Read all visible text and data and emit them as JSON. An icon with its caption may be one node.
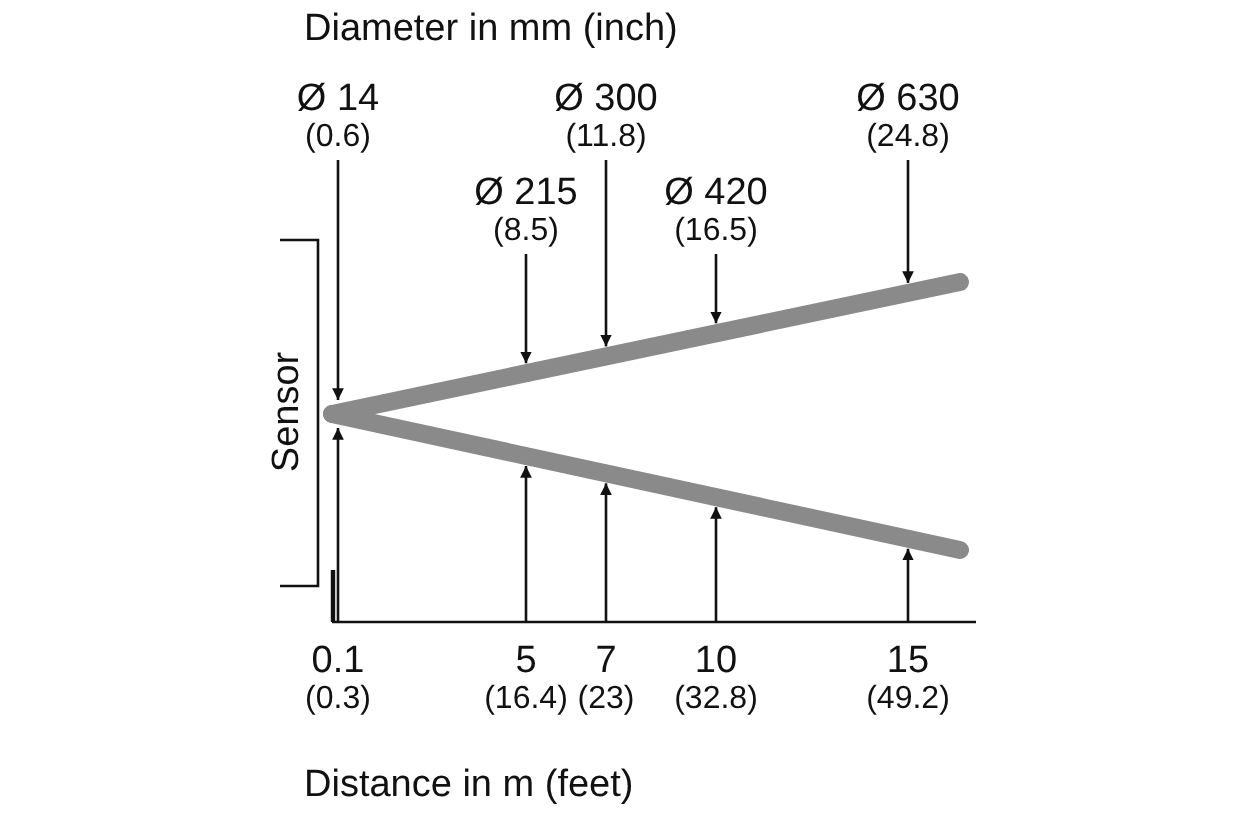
{
  "diagram": {
    "nodes": [
      {
        "text": [
          "Ø 14",
          "(0.6)"
        ]
      },
      {
        "text": [
          "Ø 215",
          "(8.5)"
        ]
      },
      {
        "text": [
          "Ø 300",
          "(11.8)"
        ]
      },
      {
        "text": [
          "Ø 420",
          "(16.5)"
        ]
      },
      {
        "text": [
          "Ø 630",
          "(24.8)"
        ]
      },
      {
        "text": [],
        "shape": "bar"
      },
      {
        "text": [],
        "shape": "bar"
      },
      {
        "text": [
          "0.1",
          "(0.3)"
        ]
      },
      {
        "text": [
          "5",
          "(16.4)"
        ]
      },
      {
        "text": [
          "7",
          "(23)"
        ]
      },
      {
        "text": [
          "10",
          "(32.8)"
        ]
      },
      {
        "text": [
          "15",
          "(49.2)"
        ]
      }
    ],
    "edges": [
      {
        "from": 0,
        "to": 5,
        "arrow": "to"
      },
      {
        "from": 1,
        "to": 5,
        "arrow": "to"
      },
      {
        "from": 2,
        "to": 5,
        "arrow": "to"
      },
      {
        "from": 3,
        "to": 5,
        "arrow": "to"
      },
      {
        "from": 4,
        "to": 5,
        "arrow": "to"
      },
      {
        "from": 7,
        "to": 6,
        "arrow": "to"
      },
      {
        "from": 8,
        "to": 6,
        "arrow": "to"
      },
      {
        "from": 9,
        "to": 6,
        "arrow": "to"
      },
      {
        "from": 10,
        "to": 6,
        "arrow": "to"
      },
      {
        "from": 11,
        "to": 6,
        "arrow": "to"
      }
    ],
    "labels": [
      "Diameter in mm (inch)",
      "Sensor",
      "Distance in m (feet)"
    ]
  }
}
